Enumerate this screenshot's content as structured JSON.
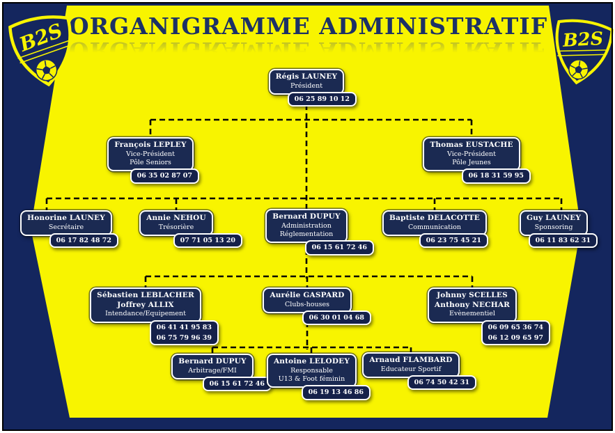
{
  "title": "ORGANIGRAMME ADMINISTRATIF",
  "logo": {
    "text": "B2S"
  },
  "colors": {
    "background_navy": "#14265e",
    "panel_yellow": "#f8f400",
    "card_navy": "#1b2a52",
    "card_border": "#ffffff",
    "title_navy": "#1c3166",
    "connector_black": "#050505"
  },
  "nodes": {
    "president": {
      "name": "Régis LAUNEY",
      "role1": "Président",
      "phone1": "06 25 89 10 12"
    },
    "vp_seniors": {
      "name": "François LEPLEY",
      "role1": "Vice-Président",
      "role2": "Pôle Seniors",
      "phone1": "06 35 02 87 07"
    },
    "vp_jeunes": {
      "name": "Thomas EUSTACHE",
      "role1": "Vice-Président",
      "role2": "Pôle Jeunes",
      "phone1": "06 18 31 59 95"
    },
    "secretaire": {
      "name": "Honorine LAUNEY",
      "role1": "Secrétaire",
      "phone1": "06 17 82 48 72"
    },
    "tresoriere": {
      "name": "Annie NEHOU",
      "role1": "Trésorière",
      "phone1": "07 71 05 13 20"
    },
    "administration": {
      "name": "Bernard DUPUY",
      "role1": "Administration",
      "role2": "Réglementation",
      "phone1": "06 15 61 72 46"
    },
    "communication": {
      "name": "Baptiste DELACOTTE",
      "role1": "Communication",
      "phone1": "06 23 75 45 21"
    },
    "sponsoring": {
      "name": "Guy LAUNEY",
      "role1": "Sponsoring",
      "phone1": "06 11 83 62 31"
    },
    "intendance": {
      "name": "Sébastien LEBLACHER",
      "name2": "Joffrey ALLIX",
      "role1": "Intendance/Equipement",
      "phone1": "06 41 41 95 83",
      "phone2": "06 75 79 96 39"
    },
    "clubs_houses": {
      "name": "Aurélie GASPARD",
      "role1": "Clubs-houses",
      "phone1": "06 30 01 04 68"
    },
    "evenementiel": {
      "name": "Johnny SCELLES",
      "name2": "Anthony NECHAR",
      "role1": "Evènementiel",
      "phone1": "06 09 65 36 74",
      "phone2": "06 12 09 65 97"
    },
    "arbitrage": {
      "name": "Bernard DUPUY",
      "role1": "Arbitrage/FMI",
      "phone1": "06 15 61 72 46"
    },
    "u13": {
      "name": "Antoine LELODEY",
      "role1": "Responsable",
      "role2": "U13 & Foot féminin",
      "phone1": "06 19 13 46 86"
    },
    "educateur": {
      "name": "Arnaud FLAMBARD",
      "role1": "Educateur Sportif",
      "phone1": "06 74 50 42 31"
    }
  },
  "levels": [
    [
      "president"
    ],
    [
      "vp_seniors",
      "vp_jeunes"
    ],
    [
      "secretaire",
      "tresoriere",
      "administration",
      "communication",
      "sponsoring"
    ],
    [
      "intendance",
      "clubs_houses",
      "evenementiel"
    ],
    [
      "arbitrage",
      "u13",
      "educateur"
    ]
  ]
}
